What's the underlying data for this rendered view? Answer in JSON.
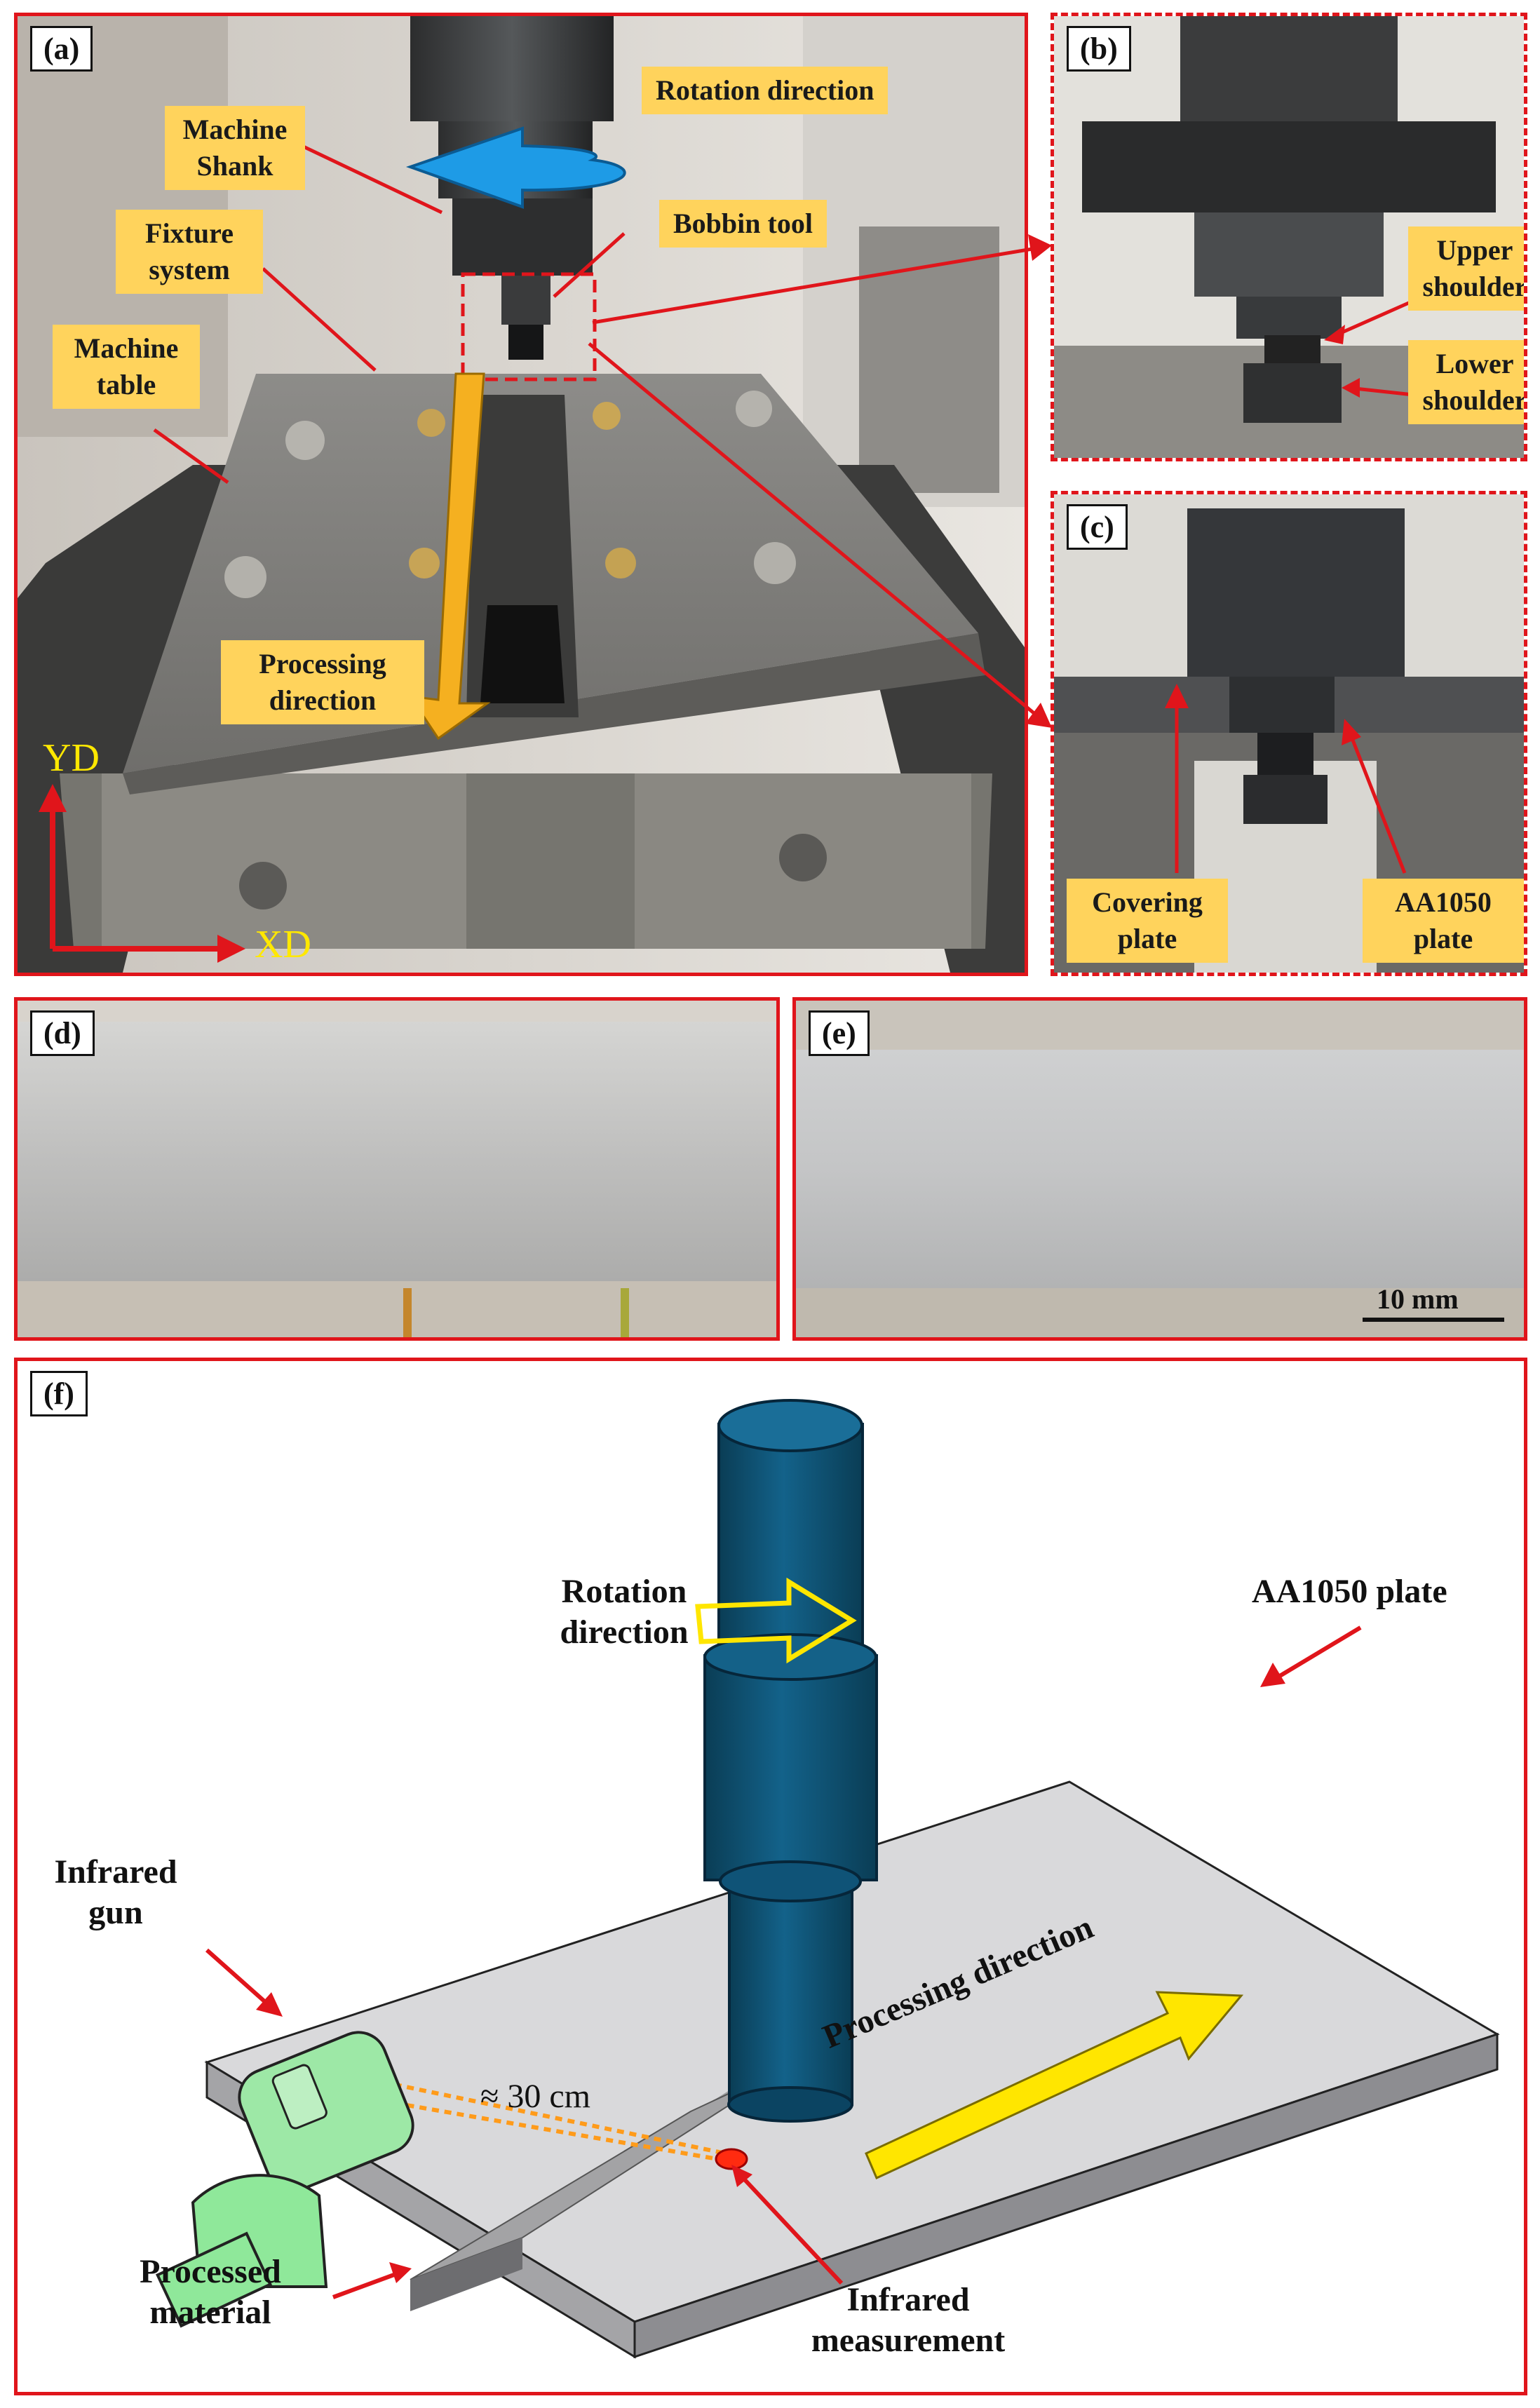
{
  "panels": {
    "a": {
      "label": "(a)",
      "tags": {
        "rotation_direction": "Rotation direction",
        "machine_shank": "Machine Shank",
        "bobbin_tool": "Bobbin tool",
        "fixture_system": "Fixture system",
        "machine_table": "Machine table",
        "processing_direction": "Processing direction"
      },
      "axes": {
        "yd": "YD",
        "xd": "XD"
      }
    },
    "b": {
      "label": "(b)",
      "tags": {
        "upper_shoulder": "Upper shoulder",
        "lower_shoulder": "Lower shoulder"
      }
    },
    "c": {
      "label": "(c)",
      "tags": {
        "covering_plate": "Covering plate",
        "aa1050_plate": "AA1050 plate"
      }
    },
    "d": {
      "label": "(d)"
    },
    "e": {
      "label": "(e)",
      "scale_bar": "10 mm"
    },
    "f": {
      "label": "(f)",
      "labels": {
        "rotation_direction": "Rotation direction",
        "aa1050_plate": "AA1050 plate",
        "infrared_gun": "Infrared gun",
        "distance": "≈ 30 cm",
        "processing_direction": "Processing direction",
        "processed_material": "Processed material",
        "infrared_measurement": "Infrared measurement"
      }
    }
  },
  "colors": {
    "border": "#e0151b",
    "tag": "#ffd35c",
    "tool": "#0d4d6b",
    "arrow_yellow": "#ffe600",
    "arrow_blue": "#1e9be6",
    "glove": "#8fe89a"
  }
}
